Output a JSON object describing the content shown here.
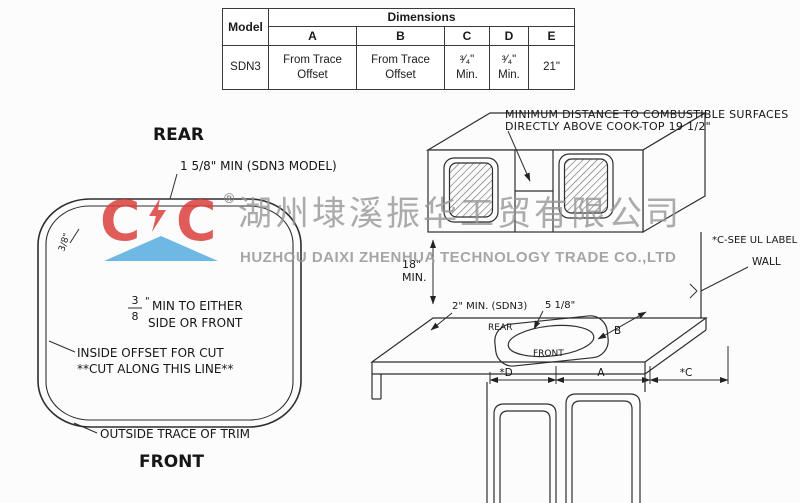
{
  "table": {
    "model_header": "Model",
    "dimensions_header": "Dimensions",
    "columns": [
      "A",
      "B",
      "C",
      "D",
      "E"
    ],
    "row": {
      "model": "SDN3",
      "a": "From Trace Offset",
      "b": "From Trace Offset",
      "c_frac": "³⁄₄\"",
      "c_min": "Min.",
      "d_frac": "³⁄₄\"",
      "d_min": "Min.",
      "e": "21\""
    }
  },
  "template": {
    "rear": "REAR",
    "front": "FRONT",
    "top_note": "1 5/8\" MIN (SDN3 MODEL)",
    "corner_offset": "3/8\"",
    "frac_num": "3",
    "frac_den": "8",
    "frac_quote": "\"",
    "side_line1": "MIN TO EITHER",
    "side_line2": "SIDE OR FRONT",
    "inside_line1": "INSIDE OFFSET FOR CUT",
    "inside_line2": "**CUT ALONG THIS LINE**",
    "outside_note": "OUTSIDE TRACE OF TRIM"
  },
  "watermark": {
    "logo_left": "C",
    "logo_right": "C",
    "registered": "®",
    "chinese": "湖州埭溪振华工贸有限公司",
    "english": "HUZHOU DAIXI ZHENHUA TECHNOLOGY TRADE CO.,LTD"
  },
  "install": {
    "note_line1": "MINIMUM DISTANCE TO COMBUSTIBLE SURFACES",
    "note_line2": "DIRECTLY ABOVE COOK-TOP 19 1/2\"",
    "ul_note": "*C-SEE UL LABEL",
    "wall": "WALL",
    "dim_18": "18\"",
    "dim_18_min": "MIN.",
    "dim_2": "2\" MIN. (SDN3)",
    "dim_5_18": "5 1/8\"",
    "rear": "REAR",
    "front": "FRONT",
    "a": "A",
    "b": "B",
    "c": "*C",
    "d": "*D"
  }
}
